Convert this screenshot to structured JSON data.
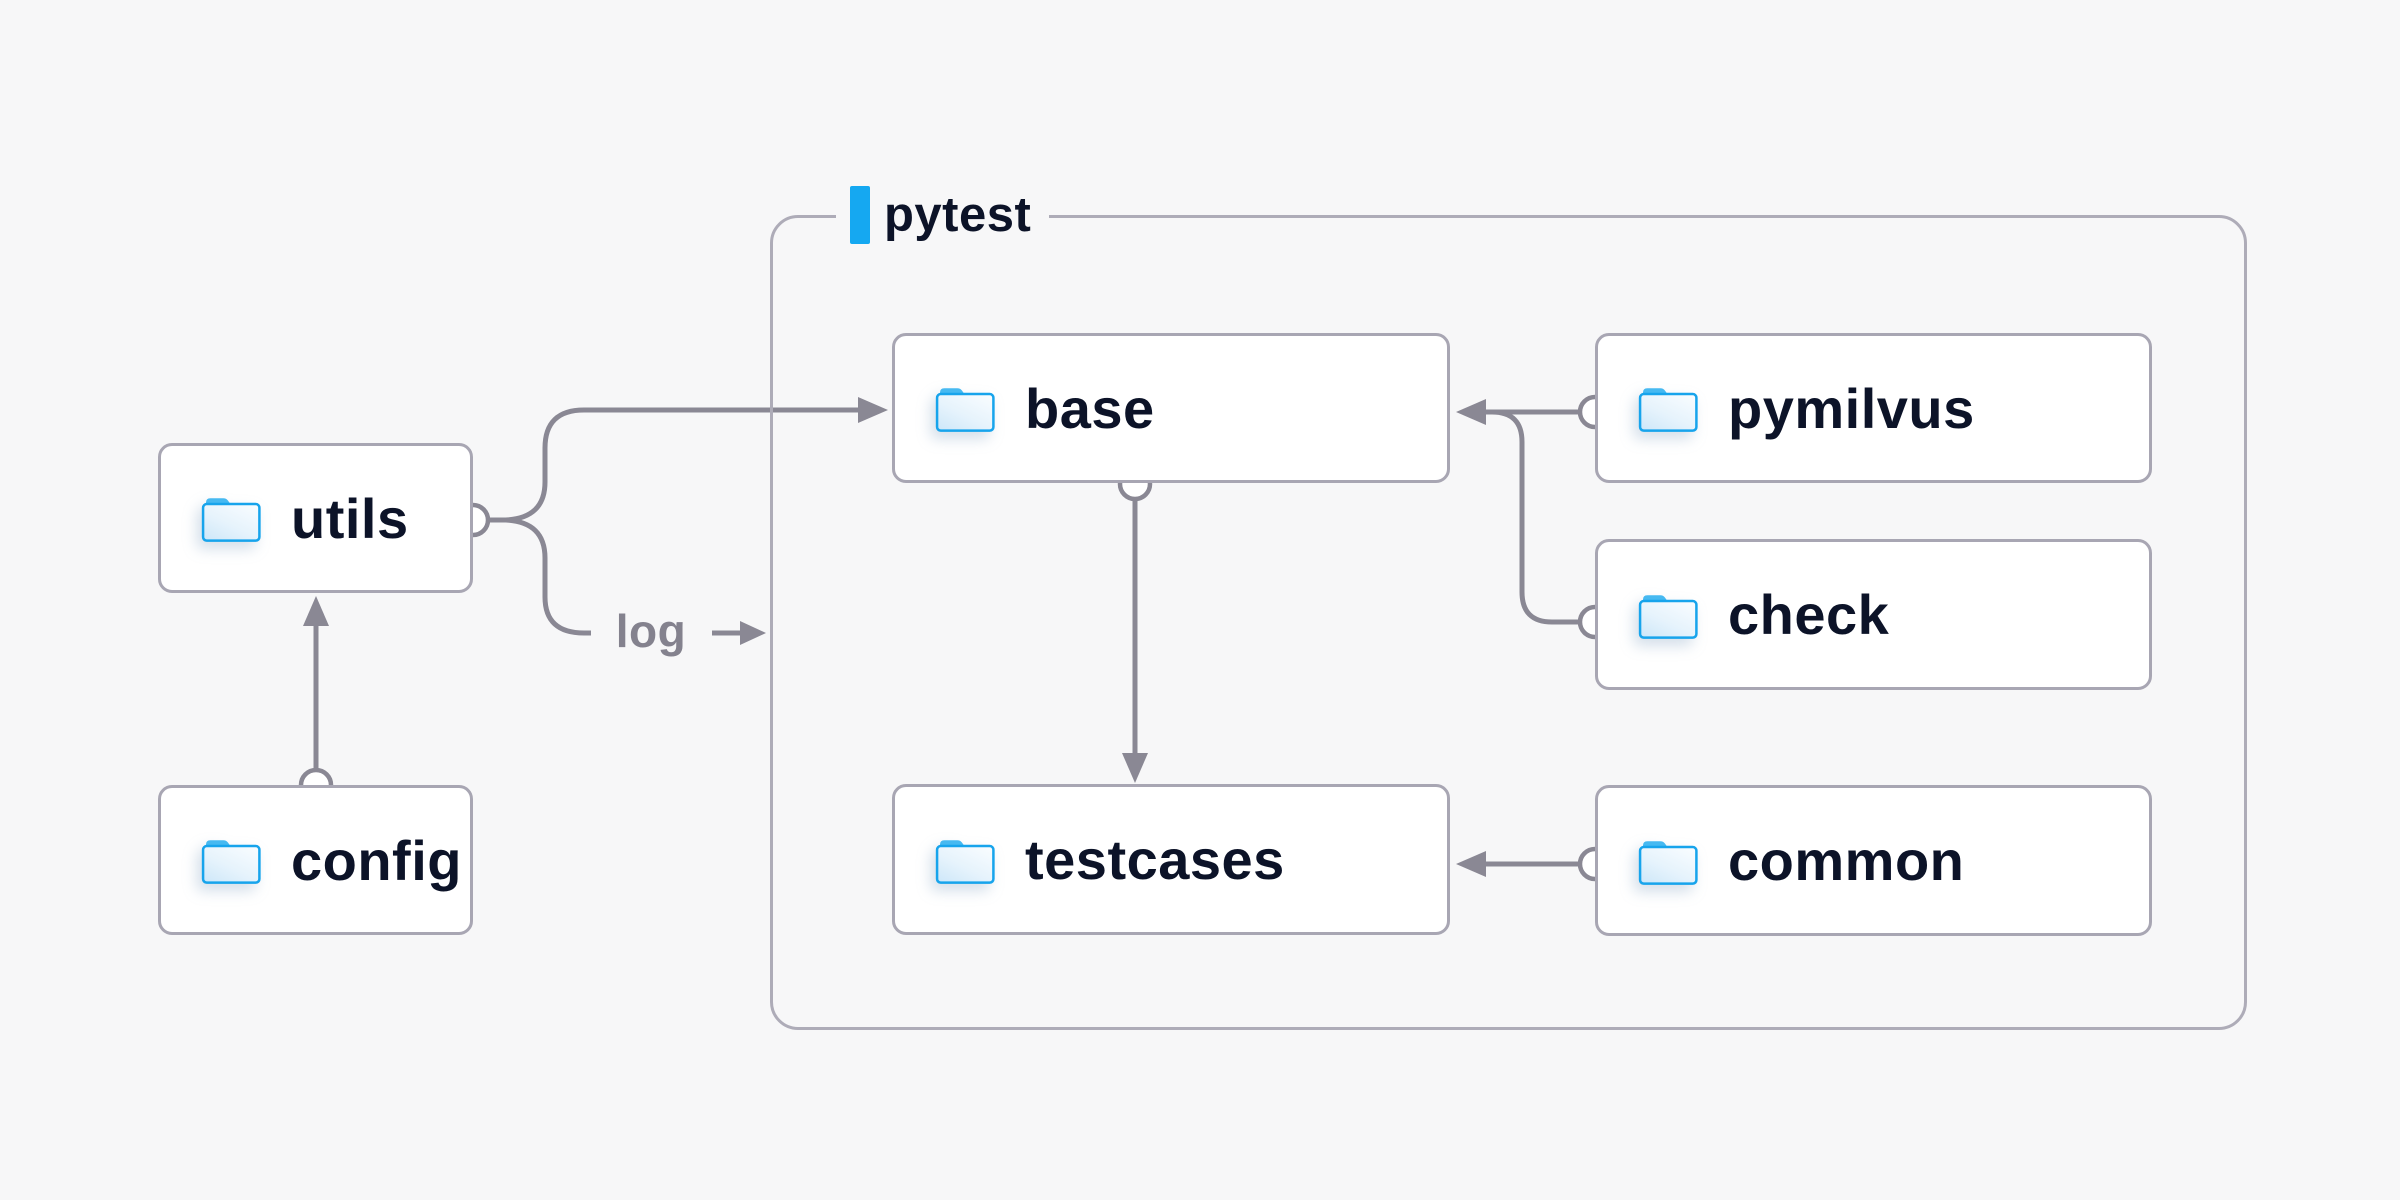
{
  "page": {
    "background_color": "#f7f7f8"
  },
  "diagram": {
    "group": {
      "label": "pytest",
      "accent_color": "#15a8f1",
      "border_color": "#aeacb8"
    },
    "nodes": {
      "utils": {
        "label": "utils"
      },
      "config": {
        "label": "config"
      },
      "base": {
        "label": "base"
      },
      "pymilvus": {
        "label": "pymilvus"
      },
      "check": {
        "label": "check"
      },
      "testcases": {
        "label": "testcases"
      },
      "common": {
        "label": "common"
      }
    },
    "edge_label": "log",
    "edges": [
      {
        "from": "config",
        "to": "utils"
      },
      {
        "from": "utils",
        "to": "base"
      },
      {
        "from": "utils",
        "to": "log"
      },
      {
        "from": "pymilvus",
        "to": "base"
      },
      {
        "from": "check",
        "to": "base"
      },
      {
        "from": "base",
        "to": "testcases"
      },
      {
        "from": "common",
        "to": "testcases"
      }
    ],
    "colors": {
      "node_border": "#a8a6b3",
      "connector": "#8a8894",
      "node_text": "#0c1328",
      "edge_label_text": "#84828e",
      "folder_outline": "#17a4ec",
      "folder_tab": "#46b9f1"
    }
  }
}
